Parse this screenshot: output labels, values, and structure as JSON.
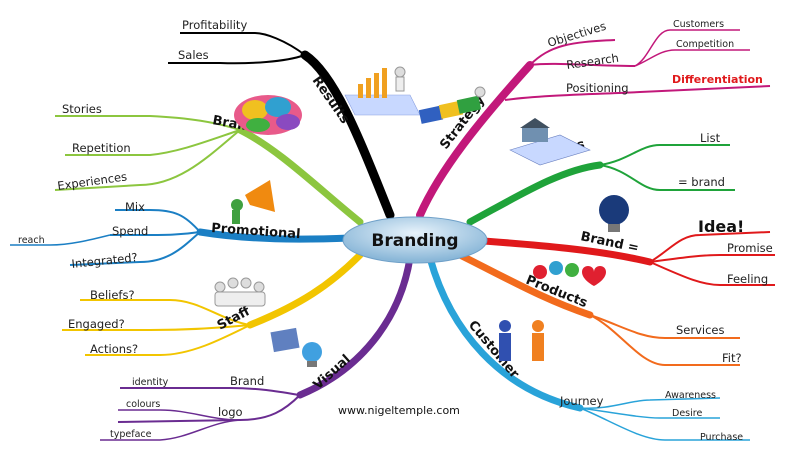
{
  "center": {
    "label": "Branding"
  },
  "footer": {
    "url": "www.nigeltemple.com"
  },
  "branches": {
    "results": {
      "label": "Results",
      "color": "#000000",
      "children": [
        "Profitability",
        "Sales"
      ]
    },
    "strategy": {
      "label": "Strategy",
      "color": "#c2187a",
      "children": [
        "Objectives",
        "Research",
        "Positioning"
      ],
      "research_children": [
        "Customers",
        "Competition"
      ],
      "positioning_child": "Differentiation"
    },
    "values": {
      "label": "Values",
      "color": "#1fa33a",
      "children": [
        "List",
        "= brand"
      ]
    },
    "brand_eq": {
      "label": "Brand =",
      "color": "#e0191b",
      "children": [
        "Idea!",
        "Promise",
        "Feeling"
      ]
    },
    "products": {
      "label": "Products",
      "color": "#f26b1d",
      "children": [
        "Services",
        "Fit?"
      ]
    },
    "customer": {
      "label": "Customer",
      "color": "#29a3d9",
      "children": [
        "Journey"
      ],
      "journey_children": [
        "Awareness",
        "Desire",
        "Purchase"
      ]
    },
    "visual": {
      "label": "Visual",
      "color": "#6a2c91",
      "children": [
        "Brand",
        "logo"
      ],
      "brand_children": [
        "identity"
      ],
      "logo_children": [
        "colours",
        "typeface"
      ]
    },
    "staff": {
      "label": "Staff",
      "color": "#f2c500",
      "children": [
        "Beliefs?",
        "Engaged?",
        "Actions?"
      ]
    },
    "promotional": {
      "label": "Promotional",
      "color": "#1b7fc4",
      "children": [
        "Mix",
        "Spend",
        "Integrated?"
      ],
      "spend_children": [
        "reach"
      ]
    },
    "brain": {
      "label": "Brain",
      "color": "#8cc63f",
      "children": [
        "Stories",
        "Repetition",
        "Experiences"
      ]
    }
  },
  "icons": [
    "bar-chart-icon",
    "puzzle-people-icon",
    "house-plan-icon",
    "lightbulb-idea-icon",
    "products-shapes-icon",
    "handshake-people-icon",
    "lightbulb-easel-icon",
    "team-people-icon",
    "megaphone-frog-icon",
    "brain-icon"
  ]
}
